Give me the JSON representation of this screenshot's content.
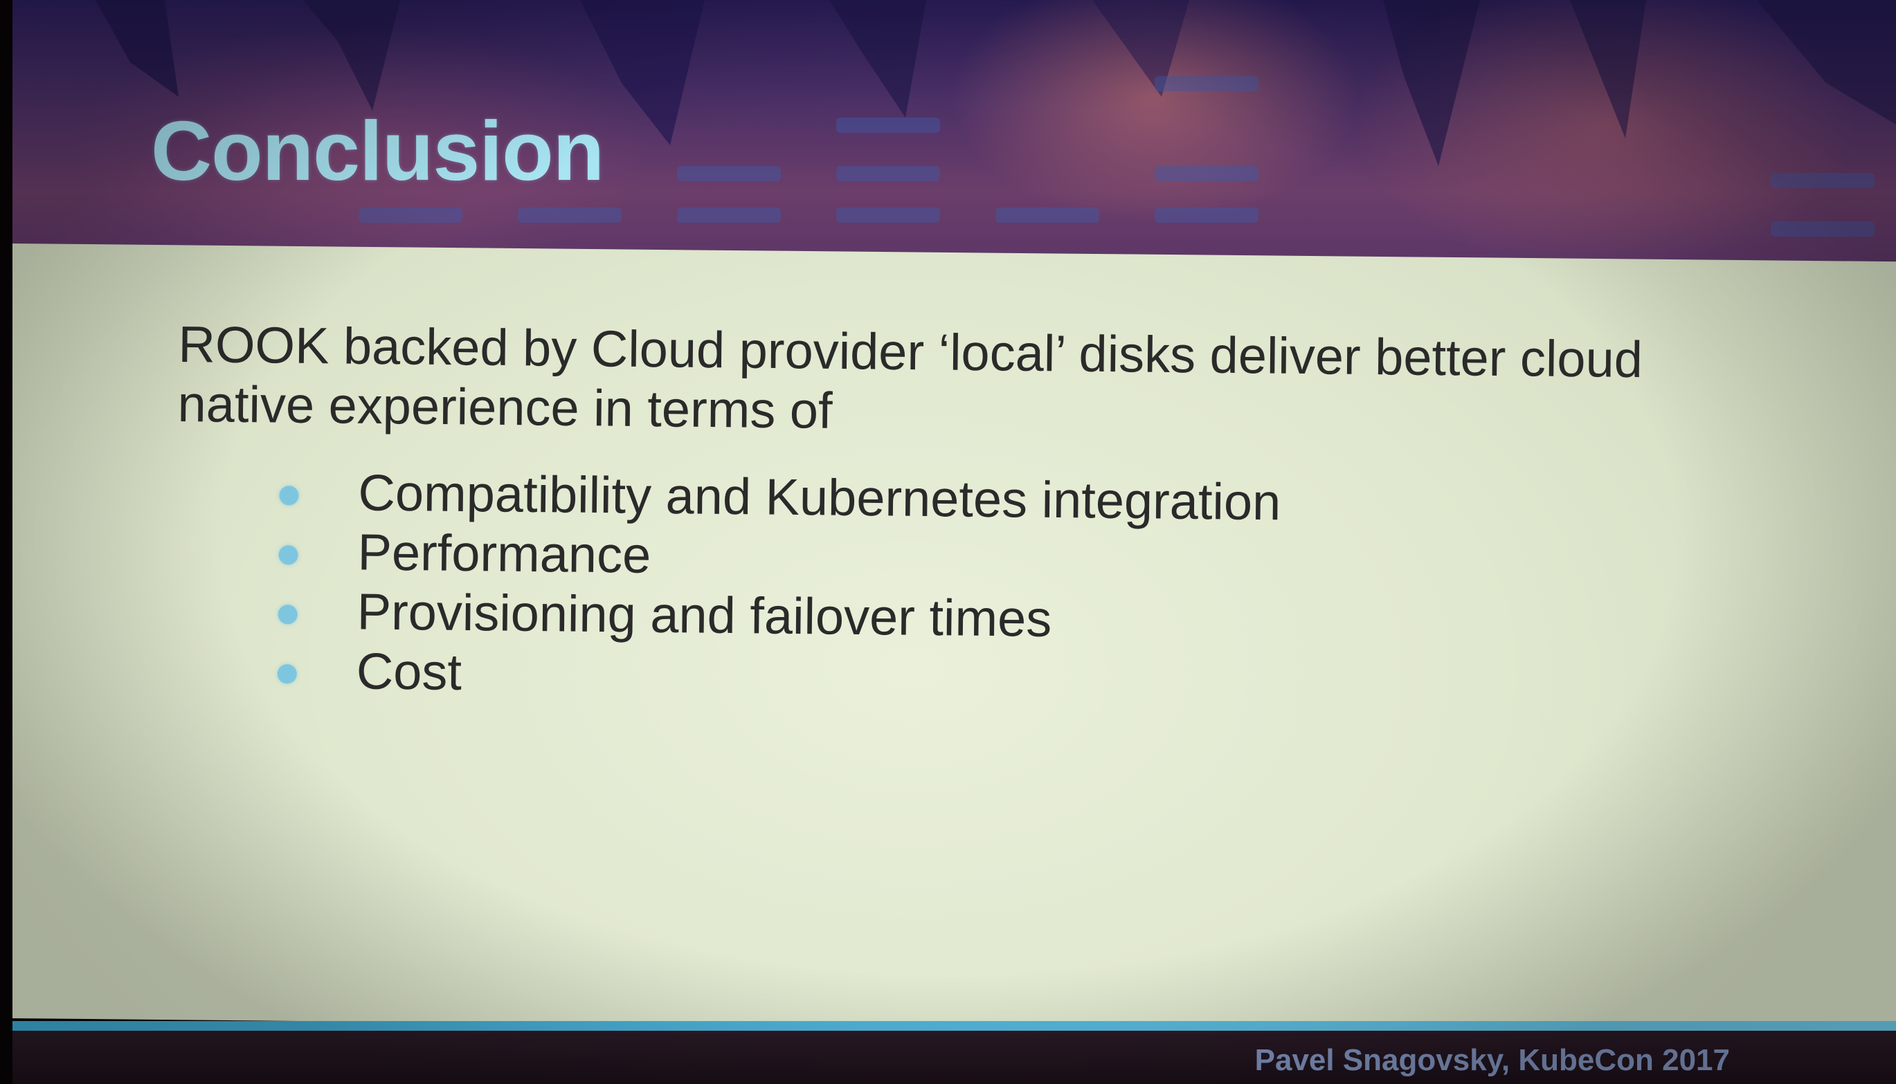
{
  "slide": {
    "title": "Conclusion",
    "intro": "ROOK backed by Cloud provider ‘local’ disks deliver better cloud native experience in terms of",
    "bullets": [
      "Compatibility and Kubernetes integration",
      "Performance",
      "Provisioning and failover times",
      "Cost"
    ],
    "footer": "Pavel Snagovsky, KubeCon 2017"
  },
  "colors": {
    "title": "#a8e4f2",
    "body_text": "#2a2a2a",
    "bullet": "#7ec6e0",
    "accent_line": "#3aa6cf",
    "footer_text": "#8fa6d6",
    "header": "#4a2f66",
    "slide_background": "#e0e8cf"
  }
}
